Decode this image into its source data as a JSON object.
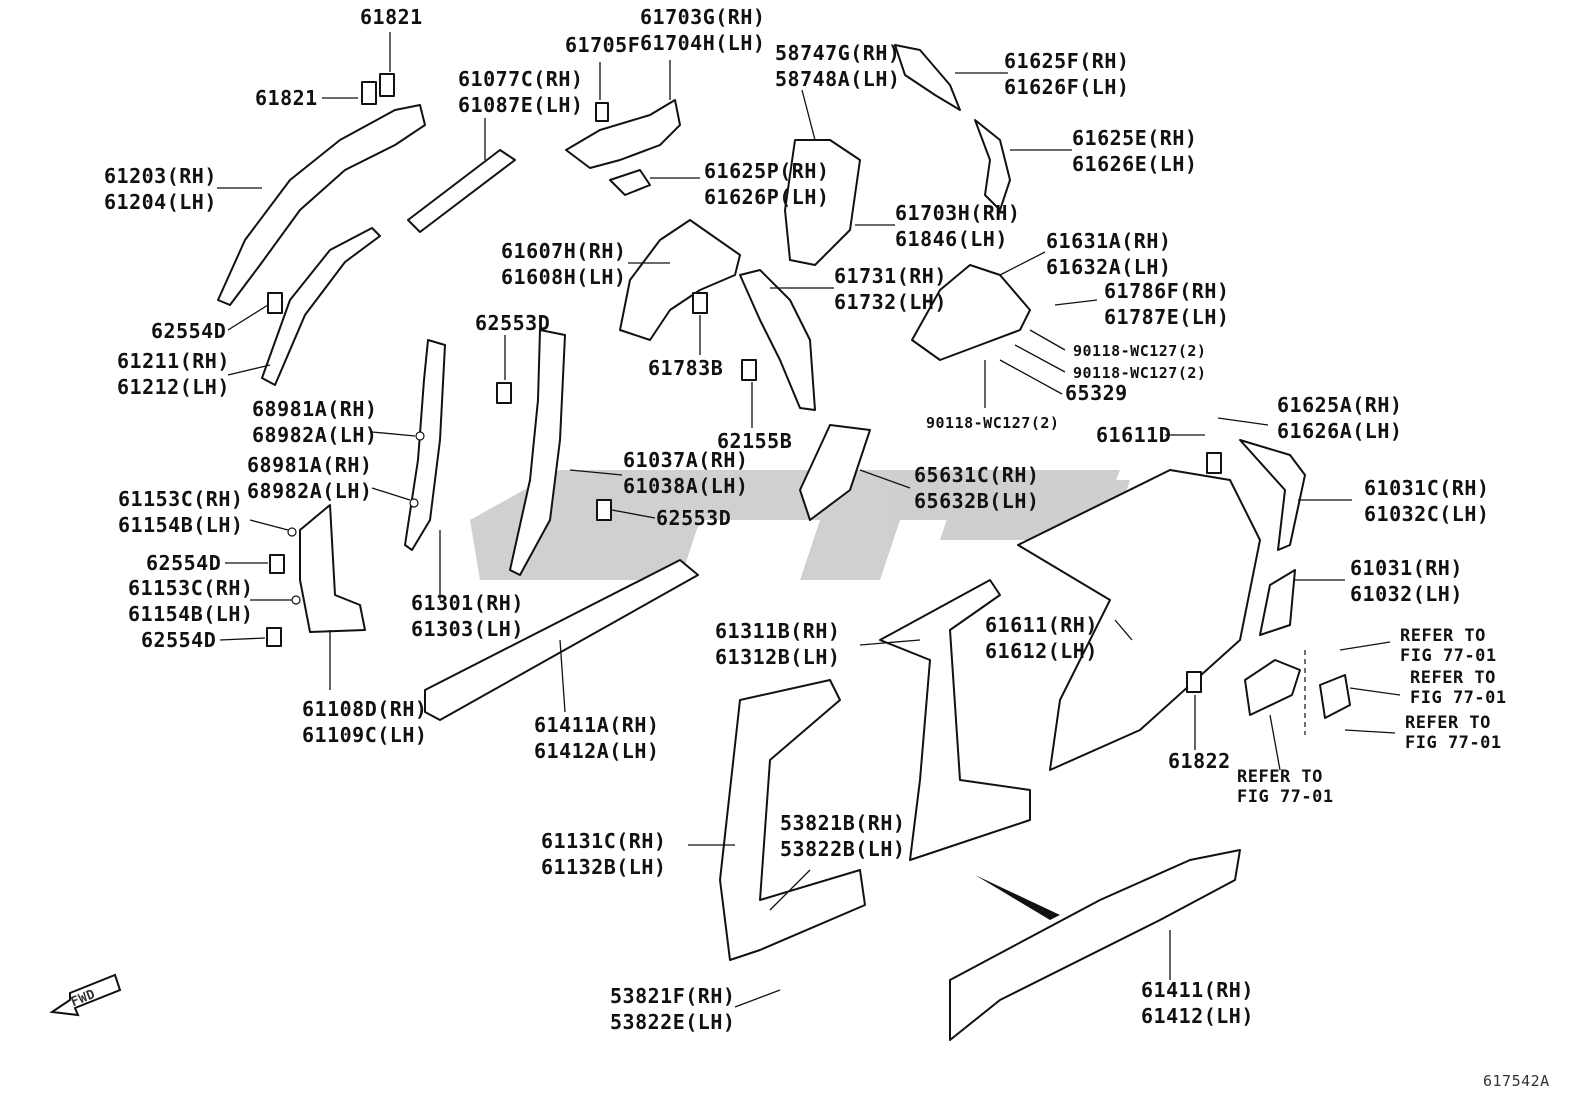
{
  "diagram_code": "617542A",
  "fwd_label": "FWD",
  "watermark": "یدکی",
  "labels": {
    "l61821_top": "61821",
    "l61821_side": "61821",
    "l61203": "61203(RH)\n61204(LH)",
    "l62554D_a": "62554D",
    "l61211": "61211(RH)\n61212(LH)",
    "l61077C": "61077C(RH)\n61087E(LH)",
    "l61705F": "61705F",
    "l61703G": "61703G(RH)\n61704H(LH)",
    "l61625P": "61625P(RH)\n61626P(LH)",
    "l58747G": "58747G(RH)\n58748A(LH)",
    "l61625F": "61625F(RH)\n61626F(LH)",
    "l61625E": "61625E(RH)\n61626E(LH)",
    "l61703H": "61703H(RH)\n61846(LH)",
    "l61607H": "61607H(RH)\n61608H(LH)",
    "l61731": "61731(RH)\n61732(LH)",
    "l61783B": "61783B",
    "l62155B": "62155B",
    "l61631A": "61631A(RH)\n61632A(LH)",
    "l61786F": "61786F(RH)\n61787E(LH)",
    "l90118_a": "90118-WC127(2)",
    "l90118_b": "90118-WC127(2)",
    "l65329": "65329",
    "l90118_c": "90118-WC127(2)",
    "l62553D_a": "62553D",
    "l68981A_a": "68981A(RH)\n68982A(LH)",
    "l68981A_b": "68981A(RH)\n68982A(LH)",
    "l61153C_a": "61153C(RH)\n61154B(LH)",
    "l62554D_b": "62554D",
    "l61153C_b": "61153C(RH)\n61154B(LH)",
    "l62554D_c": "62554D",
    "l61037A": "61037A(RH)\n61038A(LH)",
    "l62553D_b": "62553D",
    "l61301": "61301(RH)\n61303(LH)",
    "l61108D": "61108D(RH)\n61109C(LH)",
    "l61411A": "61411A(RH)\n61412A(LH)",
    "l65631C": "65631C(RH)\n65632B(LH)",
    "l61625A": "61625A(RH)\n61626A(LH)",
    "l61611D": "61611D",
    "l61031C": "61031C(RH)\n61032C(LH)",
    "l61031": "61031(RH)\n61032(LH)",
    "l61611": "61611(RH)\n61612(LH)",
    "l61311B": "61311B(RH)\n61312B(LH)",
    "lRefer1": "REFER TO\nFIG 77-01",
    "lRefer2": "REFER TO\nFIG 77-01",
    "lRefer3": "REFER TO\nFIG 77-01",
    "l61822": "61822",
    "lRefer4": "REFER TO\nFIG 77-01",
    "l61131C": "61131C(RH)\n61132B(LH)",
    "l53821B": "53821B(RH)\n53822B(LH)",
    "l53821F": "53821F(RH)\n53822E(LH)",
    "l61411": "61411(RH)\n61412(LH)"
  }
}
